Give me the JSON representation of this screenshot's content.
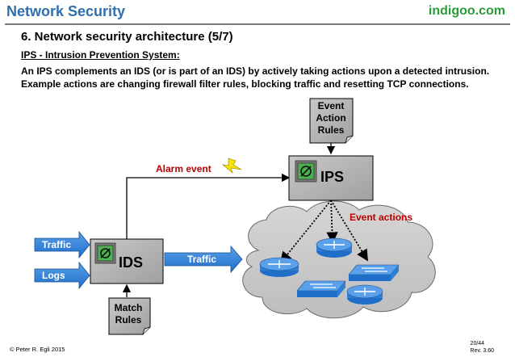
{
  "header": {
    "title": "Network Security",
    "brand": "indigoo.com"
  },
  "section": {
    "title": "6. Network security architecture (5/7)",
    "subtitle": "IPS - Intrusion Prevention System:",
    "body": "An IPS complements an IDS (or is part of an IDS) by actively taking actions upon a detected intrusion. Example actions are changing firewall filter rules, blocking traffic and resetting TCP connections."
  },
  "diagram": {
    "ips_label": "IPS",
    "ids_label": "IDS",
    "event_rules": [
      "Event",
      "Action",
      "Rules"
    ],
    "match_rules": [
      "Match",
      "Rules"
    ],
    "alarm_event": "Alarm event",
    "event_actions": "Event actions",
    "traffic_in": "Traffic",
    "logs_in": "Logs",
    "traffic_out": "Traffic",
    "colors": {
      "accent_red": "#c00000",
      "arrow_blue": "#2f7fd6",
      "box_gray": "#b0b0b0"
    }
  },
  "footer": {
    "copyright": "© Peter R. Egli 2015",
    "page": "20/44",
    "rev": "Rev. 3.60"
  }
}
